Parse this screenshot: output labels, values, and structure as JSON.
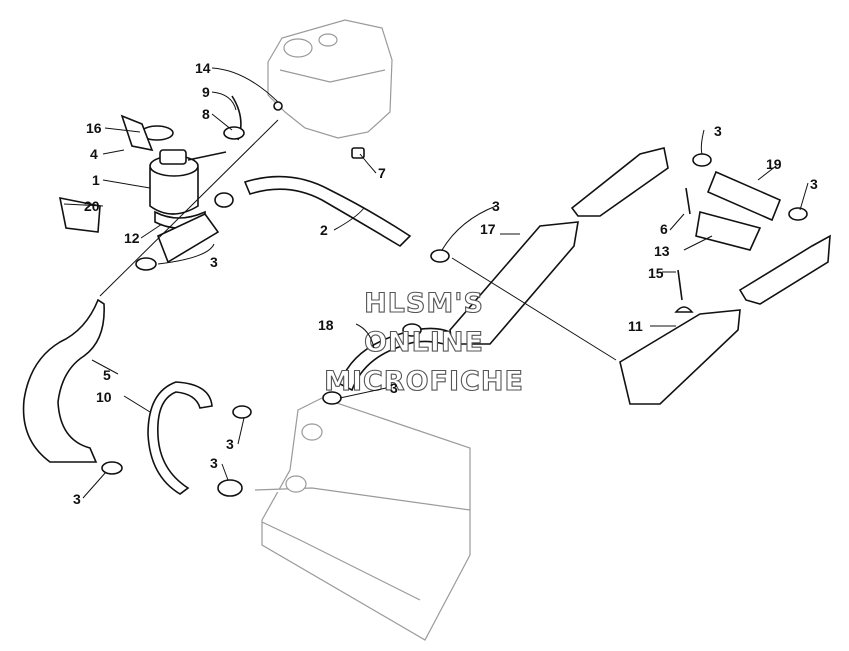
{
  "watermark": {
    "line1": "HLSM'S",
    "line2": "ONLINE",
    "line3": "MICROFICHE"
  },
  "callouts": {
    "c14": "14",
    "c9": "9",
    "c8": "8",
    "c16": "16",
    "c4": "4",
    "c1": "1",
    "c20": "20",
    "c12": "12",
    "c7": "7",
    "c2": "2",
    "c3a": "3",
    "c3b": "3",
    "c3c": "3",
    "c3d": "3",
    "c3e": "3",
    "c3f": "3",
    "c3g": "3",
    "c3h": "3",
    "c17": "17",
    "c19": "19",
    "c6": "6",
    "c13": "13",
    "c15": "15",
    "c11": "11",
    "c18": "18",
    "c5": "5",
    "c10": "10"
  },
  "colors": {
    "ink": "#111111",
    "faint": "#9a9a9a",
    "background": "#ffffff"
  }
}
